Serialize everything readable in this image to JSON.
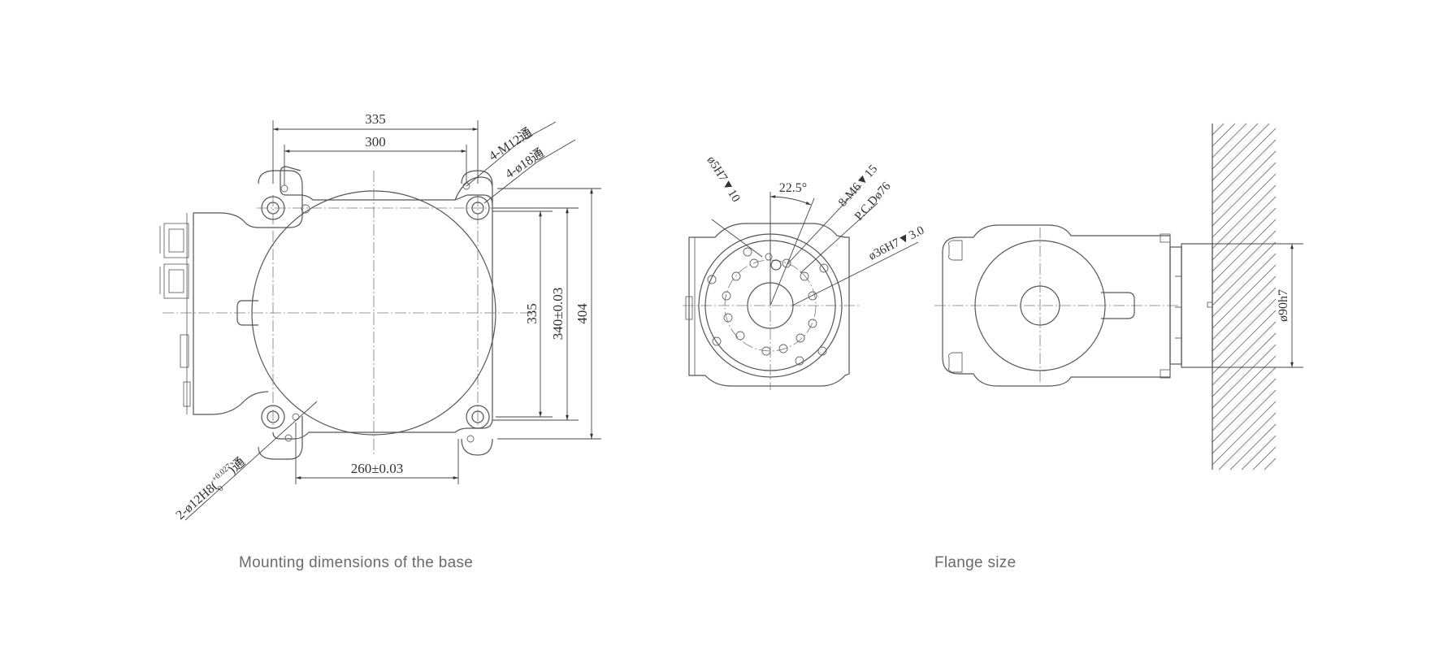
{
  "captions": {
    "base": "Mounting dimensions of the base",
    "flange": "Flange size"
  },
  "base_view": {
    "dim_335_top": "335",
    "dim_300": "300",
    "dim_4_m12": "4-M12通",
    "dim_4_d18": "4-ø18通",
    "dim_335_side": "335",
    "dim_340": "340±0.03",
    "dim_404": "404",
    "dim_260": "260±0.03",
    "dim_2_d12": "2-ø12H8(",
    "dim_2_d12_tol_upper": "+0.027",
    "dim_2_d12_tol_lower": "0",
    "dim_2_d12_end": ")通"
  },
  "flange_view": {
    "dim_d5h7": "ø5H7▼10",
    "dim_angle": "22.5°",
    "dim_8_m6": "8-M6▼15",
    "dim_pcd": "P.C.Dø76",
    "dim_d36h7": "ø36H7▼3.0"
  },
  "side_view": {
    "dim_d90h7": "ø90h7"
  }
}
